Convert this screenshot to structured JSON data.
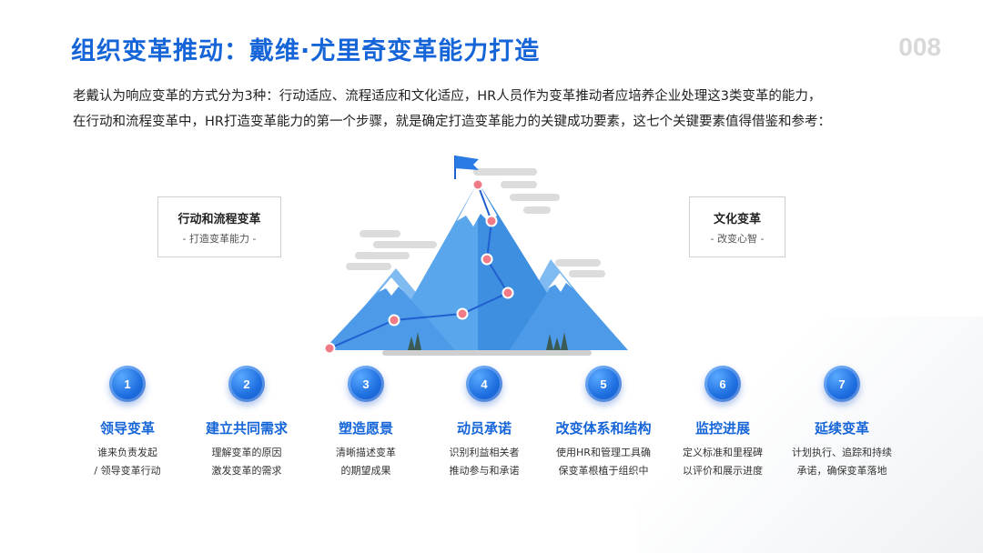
{
  "slide": {
    "title": "组织变革推动：戴维·尤里奇变革能力打造",
    "page_number": "008",
    "intro_lines": [
      "老戴认为响应变革的方式分为3种：行动适应、流程适应和文化适应，HR人员作为变革推动者应培养企业处理这3类变革的能力，",
      "在行动和流程变革中，HR打造变革能力的第一个步骤，就是确定打造变革能力的关键成功要素，这七个关键要素值得借鉴和参考："
    ]
  },
  "boxes": {
    "left": {
      "title": "行动和流程变革",
      "subtitle": "- 打造变革能力 -"
    },
    "right": {
      "title": "文化变革",
      "subtitle": "- 改变心智 -"
    }
  },
  "steps": [
    {
      "number": "1",
      "title": "领导变革",
      "desc1": "谁来负责发起",
      "desc2": "/ 领导变革行动"
    },
    {
      "number": "2",
      "title": "建立共同需求",
      "desc1": "理解变革的原因",
      "desc2": "激发变革的需求"
    },
    {
      "number": "3",
      "title": "塑造愿景",
      "desc1": "清晰描述变革",
      "desc2": "的期望成果"
    },
    {
      "number": "4",
      "title": "动员承诺",
      "desc1": "识别利益相关者",
      "desc2": "推动参与和承诺"
    },
    {
      "number": "5",
      "title": "改变体系和结构",
      "desc1": "使用HR和管理工具确",
      "desc2": "保变革根植于组织中"
    },
    {
      "number": "6",
      "title": "监控进展",
      "desc1": "定义标准和里程碑",
      "desc2": "以评价和展示进度"
    },
    {
      "number": "7",
      "title": "延续变革",
      "desc1": "计划执行、追踪和持续",
      "desc2": "承诺，确保变革落地"
    }
  ],
  "colors": {
    "accent": "#1565d8",
    "mountain_light": "#8ec5f5",
    "mountain_dark": "#3d8fe0",
    "node": "#f07b86"
  }
}
